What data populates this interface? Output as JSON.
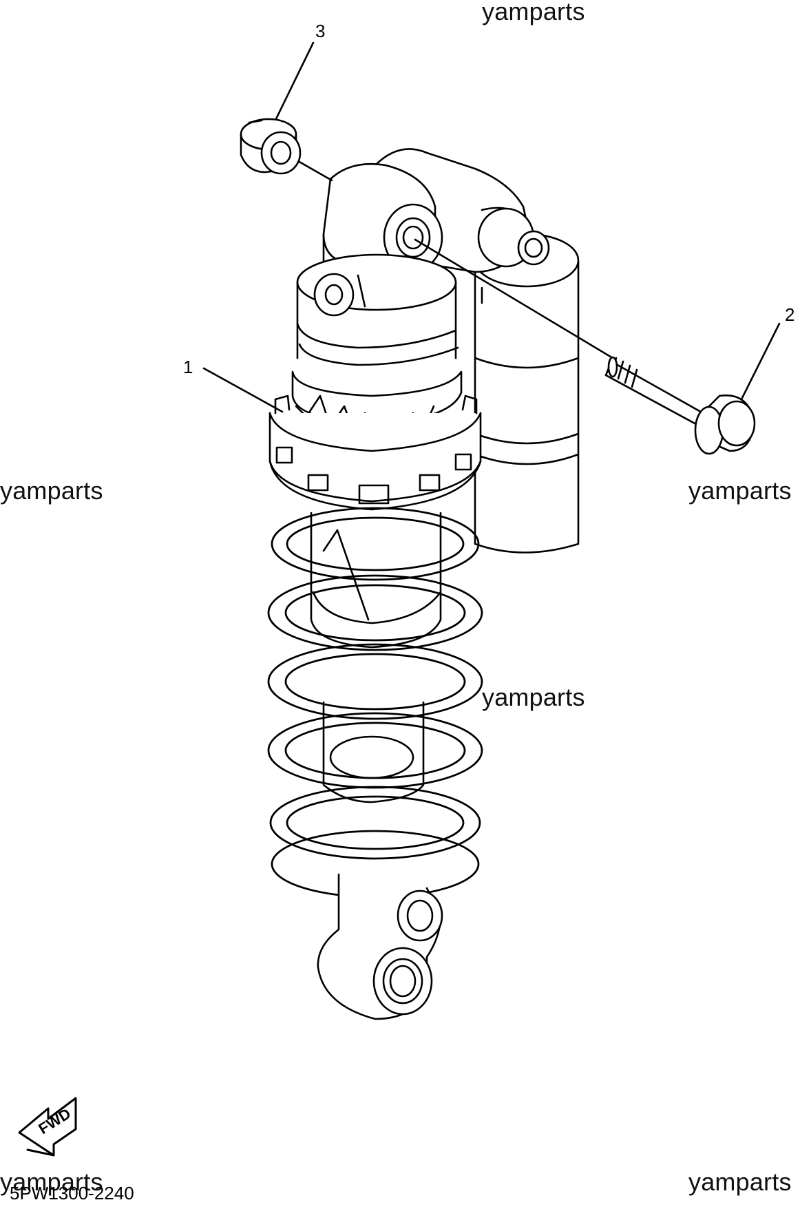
{
  "watermarks": [
    "yamparts",
    "yamparts",
    "yamparts",
    "yamparts",
    "yamparts",
    "yamparts"
  ],
  "callouts": [
    "1",
    "2",
    "3"
  ],
  "fwd_label": "FWD",
  "diagram_code": "5PW1300-2240"
}
